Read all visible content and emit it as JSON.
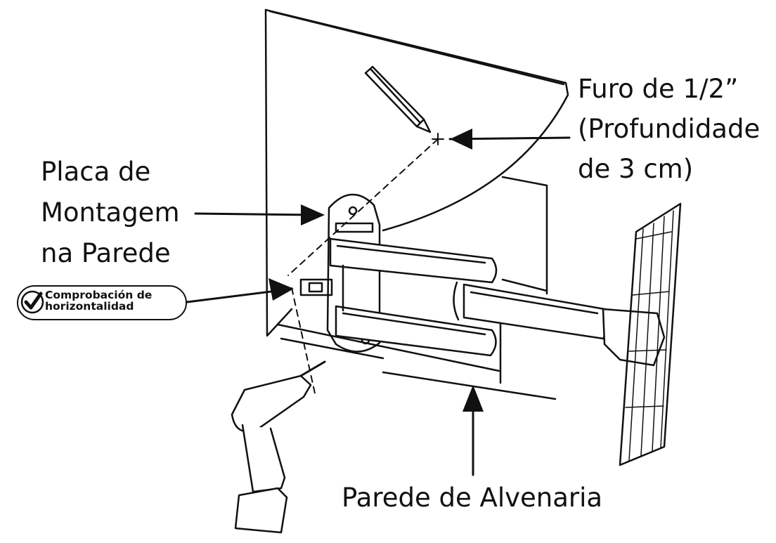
{
  "labels": {
    "hole_line1": "Furo de 1/2”",
    "hole_line2": "(Profundidade",
    "hole_line3": "de 3 cm)",
    "plate_line1": "Placa de",
    "plate_line2": "Montagem",
    "plate_line3": "na Parede",
    "level_line1": "Comprobación de",
    "level_line2": "horizontalidad",
    "wall": "Parede de Alvenaria"
  },
  "icons": [
    "pencil-icon",
    "drill-icon",
    "checkmark-icon",
    "level-icon"
  ],
  "colors": {
    "ink": "#111111",
    "background": "#ffffff"
  }
}
